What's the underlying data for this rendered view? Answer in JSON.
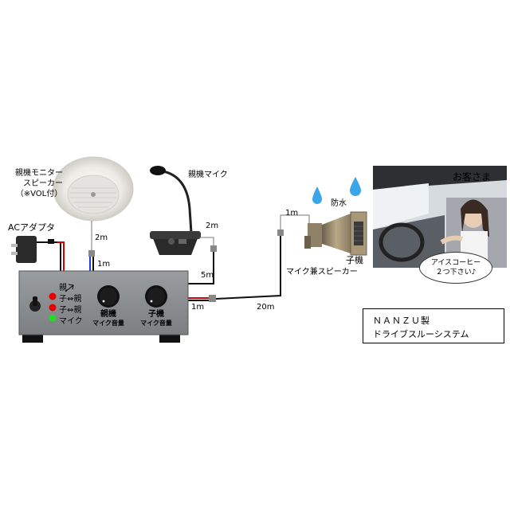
{
  "labels": {
    "monitor_speaker_1": "親機モニター",
    "monitor_speaker_2": "スピーカー",
    "monitor_speaker_3": "（※VOL付）",
    "mic": "親機マイク",
    "ac_adapter": "ACアダプタ",
    "waterproof": "防水",
    "child_1": "子機",
    "child_2": "マイク兼スピーカー",
    "customer": "お客さま",
    "bubble_1": "アイスコーヒー",
    "bubble_2": "２つ下さい♪"
  },
  "unit": {
    "mode_parent": "親",
    "mode_child_parent": "子⇔親",
    "mode_child_parent_2": "子⇔親",
    "mode_mic": "マイク",
    "knob1_line1": "親機",
    "knob1_line2": "マイク音量",
    "knob2_line1": "子機",
    "knob2_line2": "マイク音量"
  },
  "cables": {
    "speaker_2m": "2m",
    "speaker_1m": "1m",
    "mic_2m": "2m",
    "mic_5m": "5m",
    "out_1m": "1m",
    "out_20m": "20m",
    "child_1m": "1m"
  },
  "title_box": {
    "line1": "ＮＡＮＺＵ製",
    "line2": "ドライブスルーシステム"
  },
  "colors": {
    "unit_body": "#8c8f92",
    "led_red": "#e60000",
    "led_green": "#22dd22",
    "drop_blue": "#3aa6e8",
    "horn_body": "#a89878"
  }
}
